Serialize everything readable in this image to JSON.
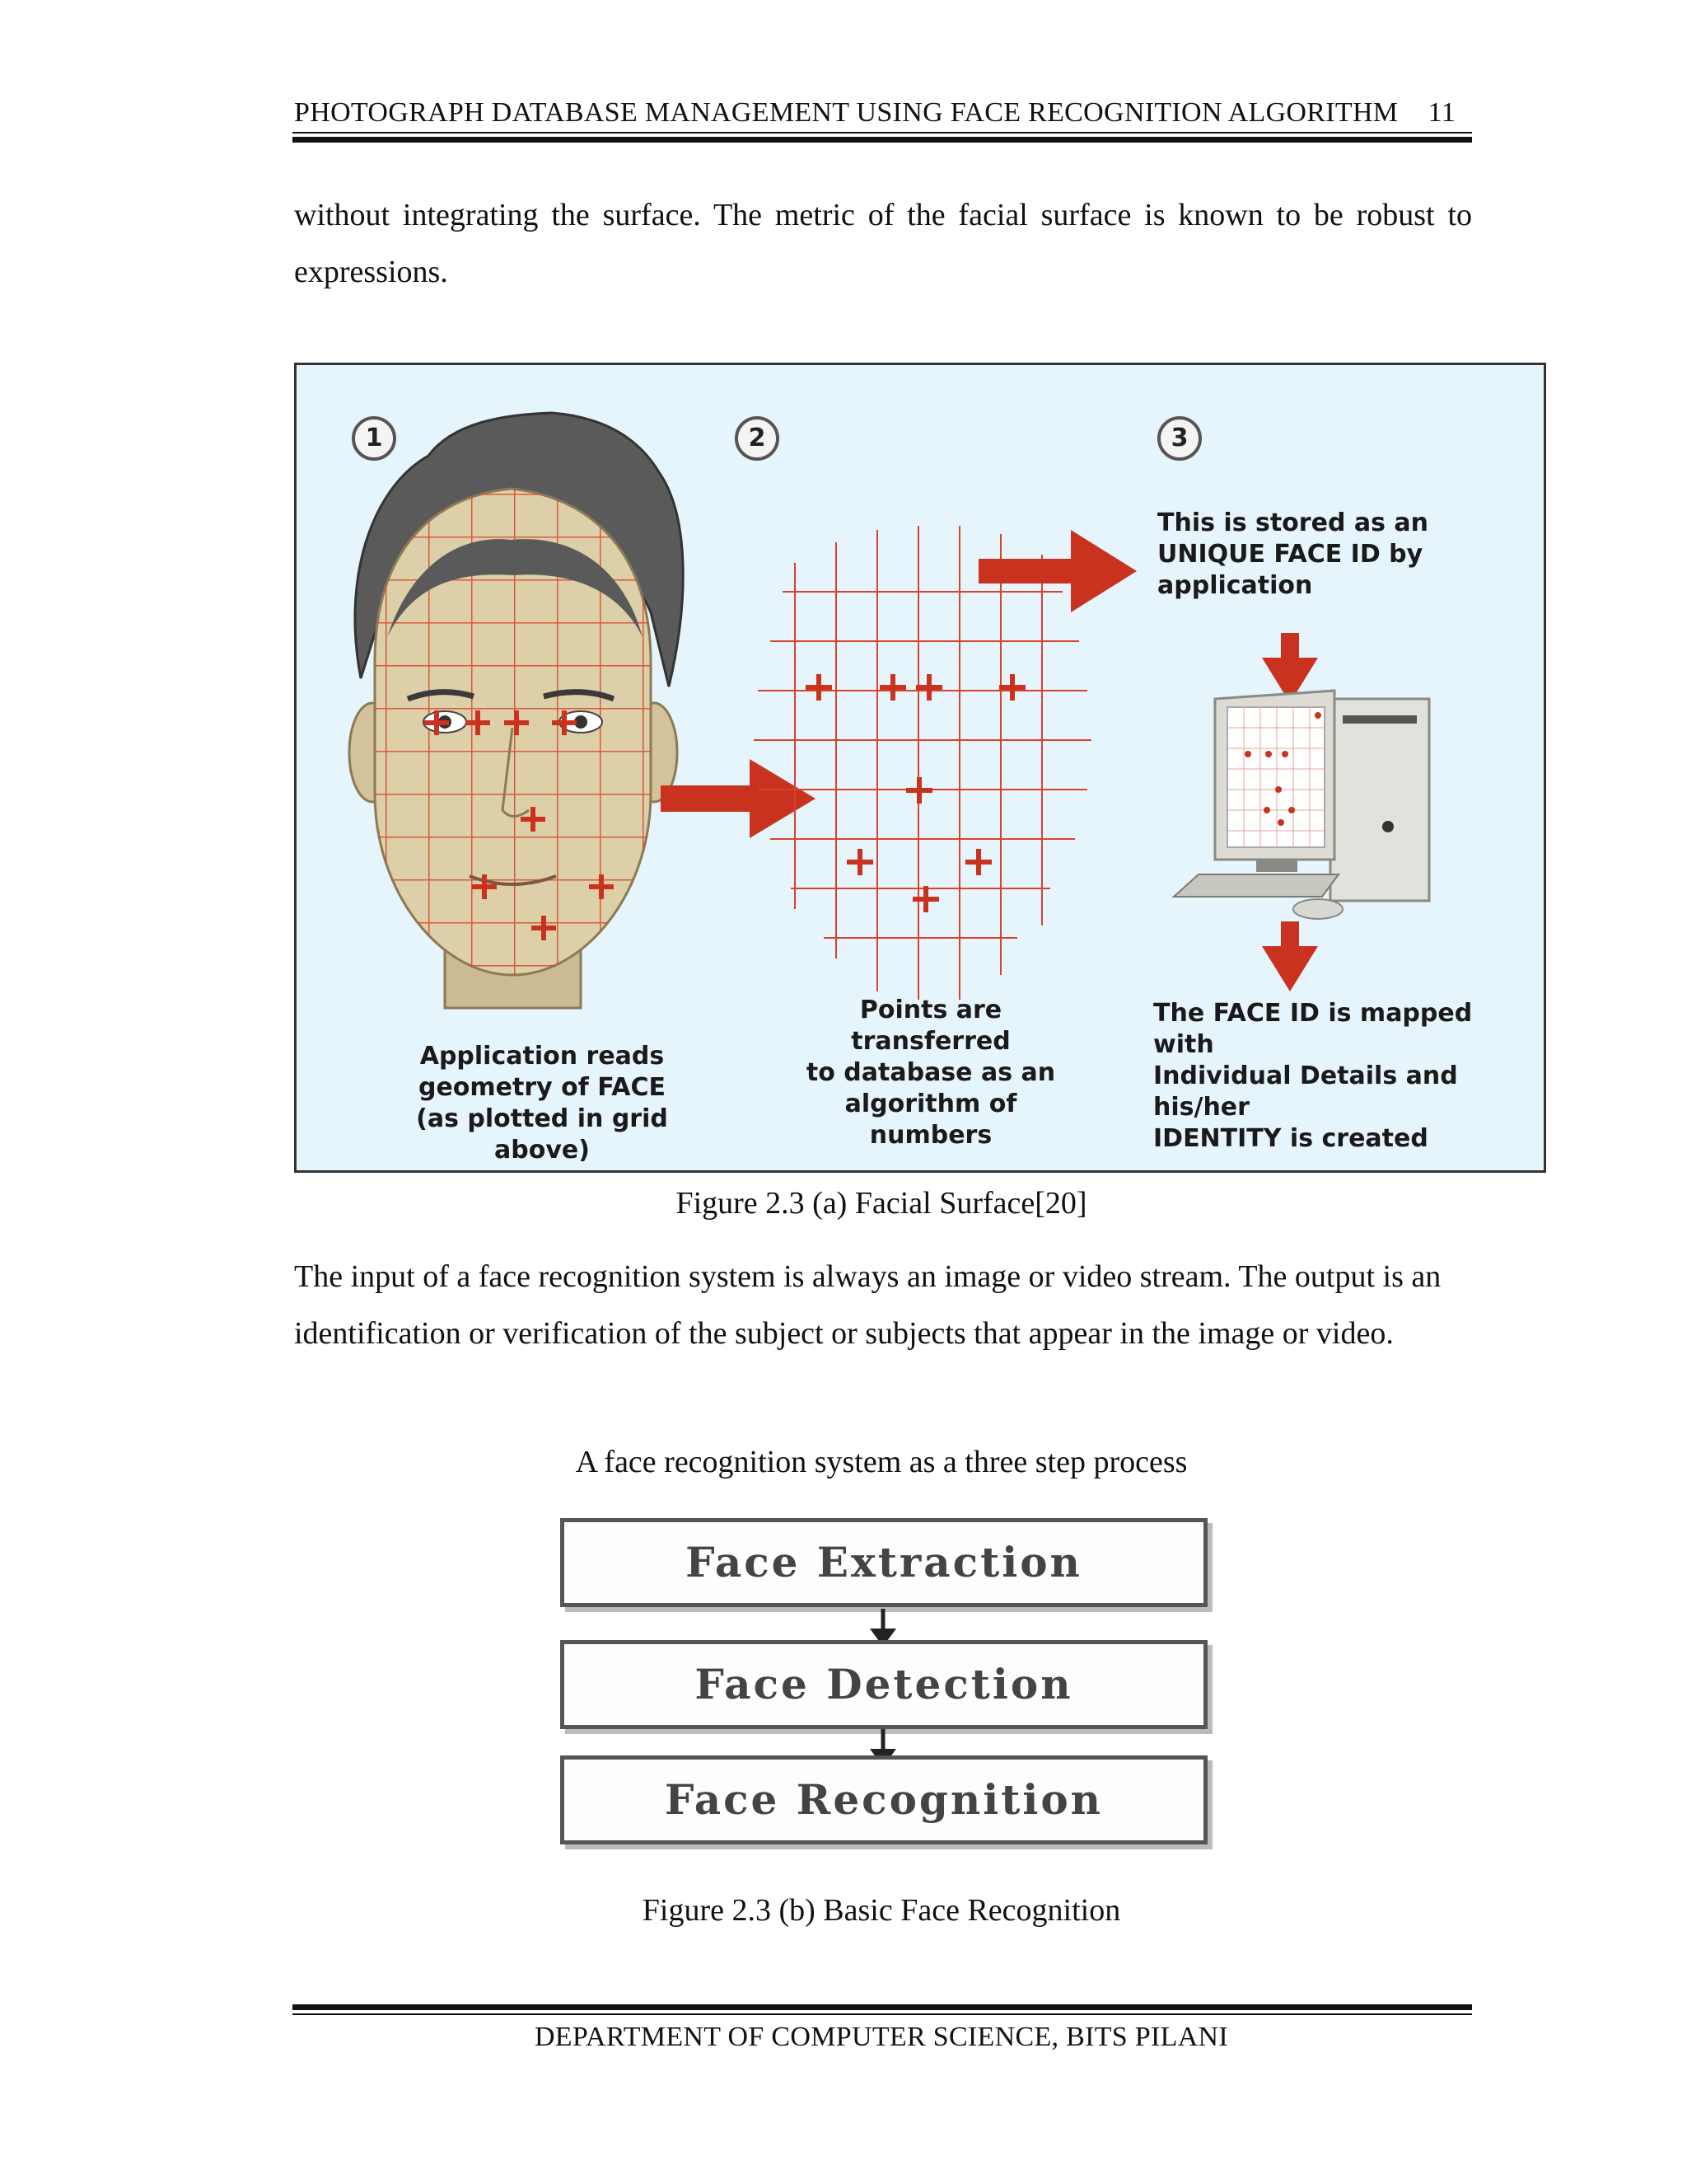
{
  "header": {
    "title": "PHOTOGRAPH DATABASE MANAGEMENT USING FACE RECOGNITION ALGORITHM",
    "page_number": "11"
  },
  "body": {
    "para1": "without integrating the surface. The metric of the facial surface is known to be robust to expressions.",
    "para2": "The input of a face recognition system is always an image or video stream. The output is an identification or verification of the subject or subjects that appear in the image or video.",
    "flow_heading": "A face recognition system as a three step process"
  },
  "figure_a": {
    "caption": "Figure 2.3 (a) Facial Surface[20]",
    "steps": [
      "1",
      "2",
      "3"
    ],
    "step1_lines": [
      "Application reads",
      "geometry of FACE",
      "(as plotted in grid above)"
    ],
    "step2_lines": [
      "Points are transferred",
      "to database as an",
      "algorithm of numbers"
    ],
    "step3_top_lines": [
      "This is stored as an",
      "UNIQUE FACE ID by",
      "application"
    ],
    "step3_bottom_lines": [
      "The FACE ID is mapped with",
      "Individual Details and his/her",
      "IDENTITY is created"
    ],
    "colors": {
      "background": "#e6f4fb",
      "arrow": "#c8321e",
      "grid": "#d9432e"
    }
  },
  "figure_b": {
    "caption": "Figure 2.3 (b) Basic Face Recognition",
    "boxes": [
      "Face Extraction",
      "Face Detection",
      "Face Recognition"
    ]
  },
  "footer": {
    "text": "DEPARTMENT OF COMPUTER SCIENCE, BITS PILANI"
  }
}
